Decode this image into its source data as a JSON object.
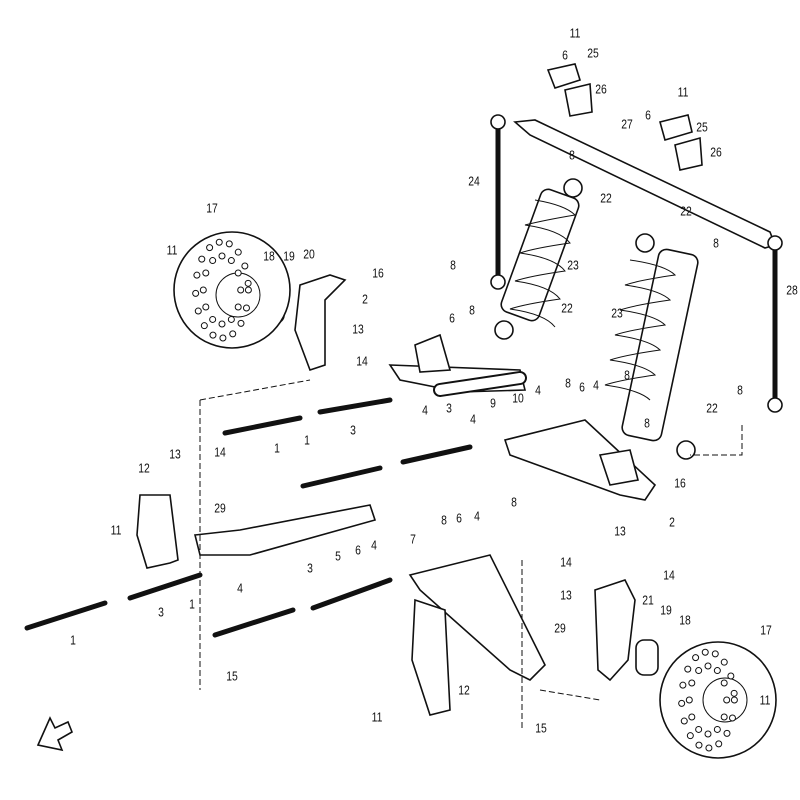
{
  "title": "Front suspension exploded parts diagram",
  "callouts": [
    "11",
    "6",
    "25",
    "26",
    "27",
    "11",
    "6",
    "25",
    "26",
    "8",
    "24",
    "22",
    "22",
    "8",
    "23",
    "28",
    "23",
    "22",
    "17",
    "11",
    "18",
    "19",
    "20",
    "16",
    "2",
    "13",
    "14",
    "8",
    "8",
    "6",
    "9",
    "4",
    "8",
    "4",
    "3",
    "1",
    "3",
    "4",
    "10",
    "6",
    "4",
    "8",
    "8",
    "22",
    "8",
    "16",
    "2",
    "13",
    "14",
    "13",
    "14",
    "12",
    "29",
    "1",
    "5",
    "6",
    "4",
    "8",
    "6",
    "4",
    "8",
    "7",
    "4",
    "11",
    "3",
    "1",
    "1",
    "3",
    "15",
    "14",
    "13",
    "29",
    "21",
    "19",
    "18",
    "17",
    "11",
    "12",
    "15",
    "11"
  ],
  "front_arrow_icon": "front-direction-arrow"
}
